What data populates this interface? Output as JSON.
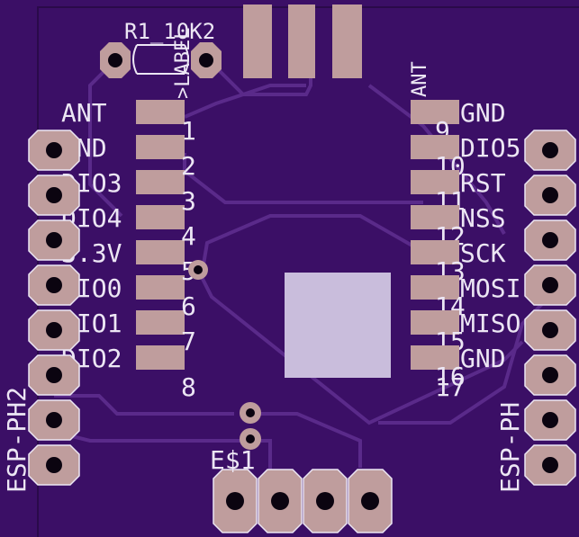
{
  "board": {
    "colors": {
      "background": "#3b0f66",
      "copper_trace": "#5a2a8a",
      "pad": "#bf9d9d",
      "silkscreen": "#ece6f4",
      "ic_body": "#c9bddc",
      "hole": "#0b0410"
    }
  },
  "resistor": {
    "label": "R1_10K2",
    "value_label": ">LABEL"
  },
  "header_label": "ANT",
  "module": {
    "label": "E$1"
  },
  "connectors": {
    "left_label": "ESP-PH2",
    "right_label": "ESP-PH"
  },
  "left_pins": [
    {
      "name": "ANT",
      "number": ""
    },
    {
      "name": "GND",
      "number": "1"
    },
    {
      "name": "DIO3",
      "number": "2"
    },
    {
      "name": "DIO4",
      "number": "3"
    },
    {
      "name": "3.3V",
      "number": "4"
    },
    {
      "name": "DIO0",
      "number": "5"
    },
    {
      "name": "DIO1",
      "number": "6"
    },
    {
      "name": "DIO2",
      "number": "7"
    }
  ],
  "left_extra_number": "8",
  "right_pins": [
    {
      "name": "GND",
      "number": "9"
    },
    {
      "name": "DIO5",
      "number": "10"
    },
    {
      "name": "RST",
      "number": "11"
    },
    {
      "name": "NSS",
      "number": "12"
    },
    {
      "name": "SCK",
      "number": "13"
    },
    {
      "name": "MOSI",
      "number": "14"
    },
    {
      "name": "MISO",
      "number": "15"
    },
    {
      "name": "GND",
      "number": "16"
    }
  ],
  "right_extra_number": "17"
}
